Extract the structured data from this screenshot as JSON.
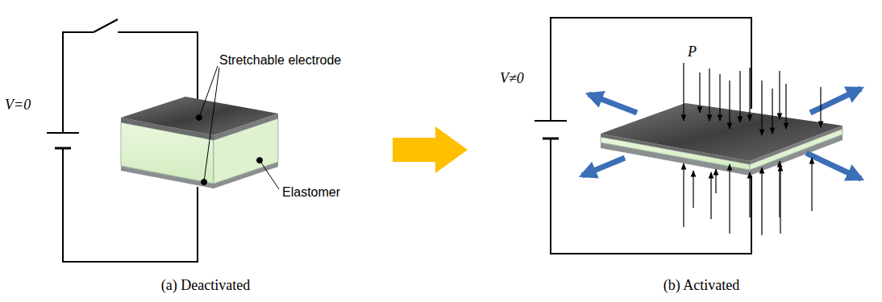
{
  "diagram": {
    "labels": [
      "V=0",
      "Stretchable electrode",
      "Elastomer",
      "(a) Deactivated",
      "V≠0",
      "P",
      "(b) Activated"
    ]
  }
}
